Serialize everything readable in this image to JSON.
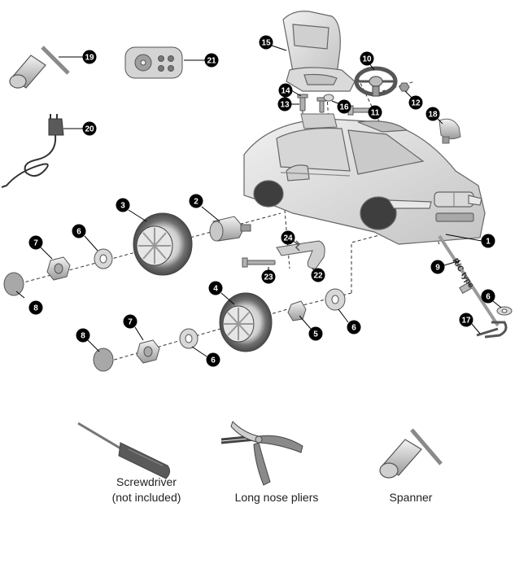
{
  "callouts": [
    {
      "n": "1"
    },
    {
      "n": "2"
    },
    {
      "n": "3"
    },
    {
      "n": "4"
    },
    {
      "n": "5"
    },
    {
      "n": "6"
    },
    {
      "n": "6"
    },
    {
      "n": "6"
    },
    {
      "n": "6"
    },
    {
      "n": "7"
    },
    {
      "n": "7"
    },
    {
      "n": "8"
    },
    {
      "n": "8"
    },
    {
      "n": "9"
    },
    {
      "n": "10"
    },
    {
      "n": "11"
    },
    {
      "n": "12"
    },
    {
      "n": "13"
    },
    {
      "n": "14"
    },
    {
      "n": "15"
    },
    {
      "n": "16"
    },
    {
      "n": "17"
    },
    {
      "n": "18"
    },
    {
      "n": "19"
    },
    {
      "n": "20"
    },
    {
      "n": "21"
    },
    {
      "n": "22"
    },
    {
      "n": "23"
    },
    {
      "n": "24"
    }
  ],
  "rc_label": "R/C type",
  "tools": {
    "screwdriver_line1": "Screwdriver",
    "screwdriver_line2": "(not included)",
    "pliers": "Long nose pliers",
    "spanner": "Spanner"
  },
  "colors": {
    "part_fill": "#e3e3e3",
    "part_stroke": "#666666",
    "callout": "#000000",
    "dash": "#333333"
  }
}
